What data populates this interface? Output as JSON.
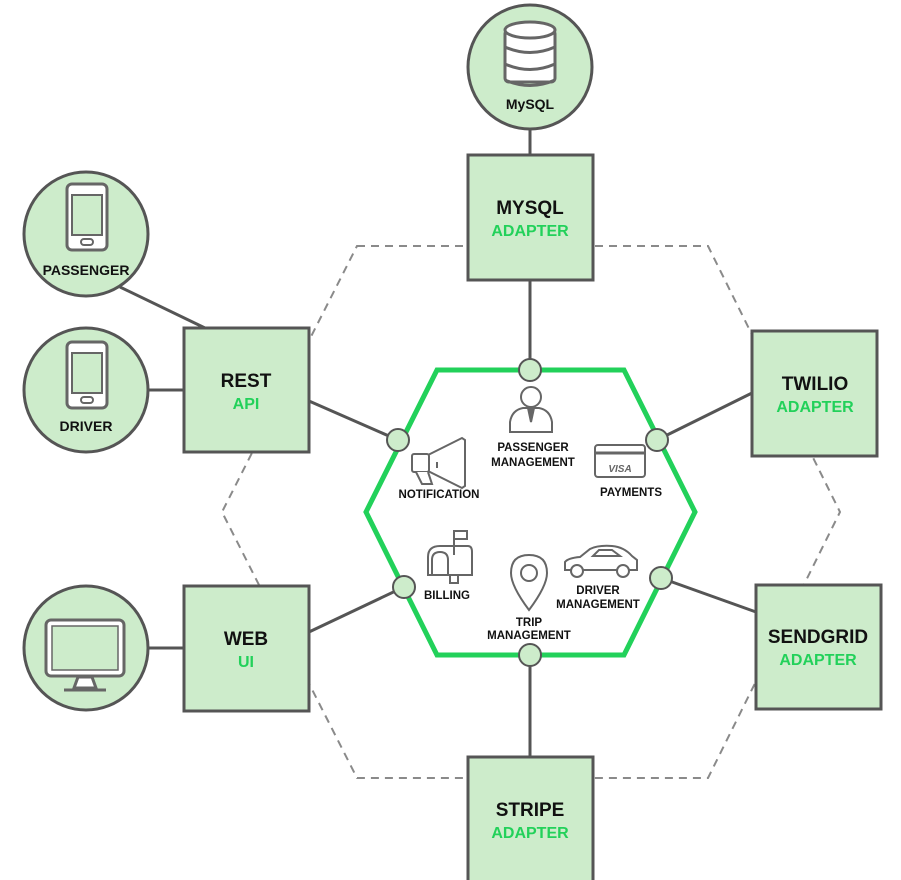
{
  "colors": {
    "accent": "#22d15a",
    "box_fill": "#cdeccb",
    "stroke": "#555555",
    "dashed": "#8a8a8a",
    "icon": "#666666"
  },
  "adapters": {
    "mysql": {
      "title": "MYSQL",
      "subtitle": "ADAPTER"
    },
    "rest": {
      "title": "REST",
      "subtitle": "API"
    },
    "twilio": {
      "title": "TWILIO",
      "subtitle": "ADAPTER"
    },
    "web": {
      "title": "WEB",
      "subtitle": "UI"
    },
    "sendgrid": {
      "title": "SENDGRID",
      "subtitle": "ADAPTER"
    },
    "stripe": {
      "title": "STRIPE",
      "subtitle": "ADAPTER"
    }
  },
  "externals": {
    "mysql_db": {
      "label": "MySQL",
      "icon": "database-icon"
    },
    "passenger": {
      "label": "PASSENGER",
      "icon": "phone-icon"
    },
    "driver": {
      "label": "DRIVER",
      "icon": "phone-icon"
    },
    "web_client": {
      "label": "",
      "icon": "monitor-icon"
    }
  },
  "services": {
    "passenger_management": {
      "line1": "PASSENGER",
      "line2": "MANAGEMENT",
      "icon": "person-icon"
    },
    "notification": {
      "line1": "NOTIFICATION",
      "icon": "megaphone-icon"
    },
    "payments": {
      "line1": "PAYMENTS",
      "icon": "credit-card-icon",
      "card_text": "VISA"
    },
    "billing": {
      "line1": "BILLING",
      "icon": "mailbox-icon"
    },
    "trip_management": {
      "line1": "TRIP",
      "line2": "MANAGEMENT",
      "icon": "map-pin-icon"
    },
    "driver_management": {
      "line1": "DRIVER",
      "line2": "MANAGEMENT",
      "icon": "car-icon"
    }
  }
}
